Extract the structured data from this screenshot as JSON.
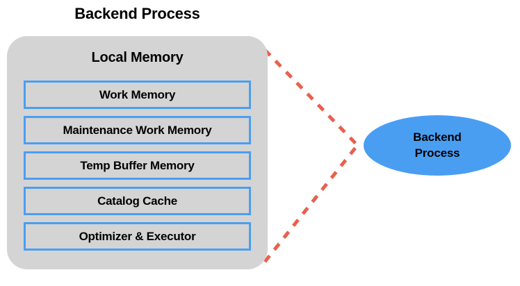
{
  "diagram": {
    "title": "Backend Process",
    "type": "architecture-diagram"
  },
  "container": {
    "heading": "Local Memory",
    "fill_color": "#d4d4d4",
    "corner_radius": "29px"
  },
  "memory_items": [
    {
      "label": "Work Memory"
    },
    {
      "label": "Maintenance Work Memory"
    },
    {
      "label": "Temp Buffer Memory"
    },
    {
      "label": "Catalog Cache"
    },
    {
      "label": "Optimizer & Executor"
    }
  ],
  "process_node": {
    "line1": "Backend",
    "line2": "Process",
    "shape": "ellipse",
    "fill_color": "#4a9ef2"
  },
  "connectors": {
    "style": "dashed",
    "color": "#e8604c",
    "count": 2,
    "description": "two dashed lines converging from container right edge to the process ellipse"
  },
  "colors": {
    "accent_blue": "#4a9ef2",
    "container_gray": "#d4d4d4",
    "connector_coral": "#e8604c",
    "text_black": "#000000",
    "background": "#ffffff"
  }
}
